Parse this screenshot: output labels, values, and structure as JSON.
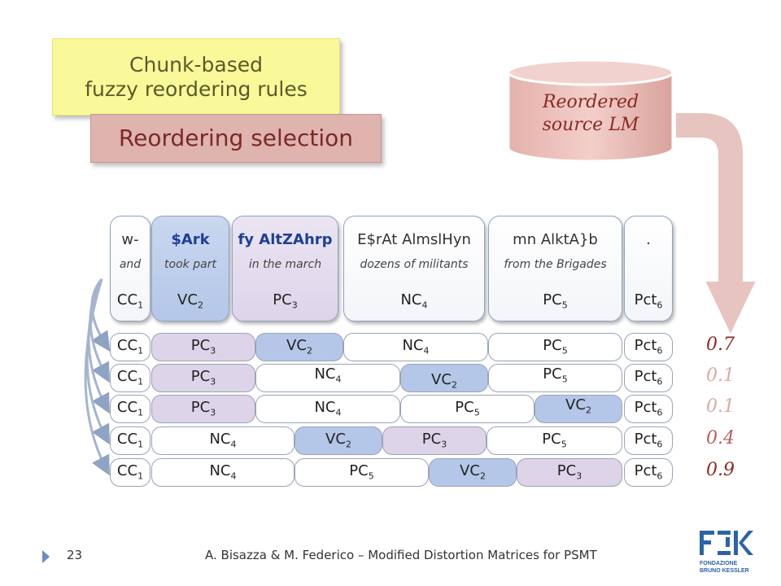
{
  "callouts": {
    "rules_line1": "Chunk-based",
    "rules_line2": "fuzzy reordering rules",
    "selection": "Reordering selection"
  },
  "lm": {
    "line1": "Reordered",
    "line2": "source LM"
  },
  "words": [
    {
      "ar": "w-",
      "en": "and",
      "label": "CC",
      "sub": "1",
      "style": "white",
      "bold": false
    },
    {
      "ar": "$Ark",
      "en": "took part",
      "label": "VC",
      "sub": "2",
      "style": "blue",
      "bold": true
    },
    {
      "ar": "fy AltZAhrp",
      "en": "in the march",
      "label": "PC",
      "sub": "3",
      "style": "lav",
      "bold": true
    },
    {
      "ar": "E$rAt AlmslHyn",
      "en": "dozens of militants",
      "label": "NC",
      "sub": "4",
      "style": "white",
      "bold": false
    },
    {
      "ar": "mn AlktA}b",
      "en": "from the Brigades",
      "label": "PC",
      "sub": "5",
      "style": "white",
      "bold": false
    },
    {
      "ar": ".",
      "en": "",
      "label": "Pct",
      "sub": "6",
      "style": "white",
      "bold": false
    }
  ],
  "rows": [
    {
      "score": "0.7",
      "score_color": "#8b2a25",
      "chunks": [
        {
          "label": "CC",
          "sub": "1",
          "style": "white"
        },
        {
          "label": "PC",
          "sub": "3",
          "style": "lav"
        },
        {
          "label": "VC",
          "sub": "2",
          "style": "blue"
        },
        {
          "label": "NC",
          "sub": "4",
          "style": "white"
        },
        {
          "label": "PC",
          "sub": "5",
          "style": "white"
        },
        {
          "label": "Pct",
          "sub": "6",
          "style": "white"
        }
      ]
    },
    {
      "score": "0.1",
      "score_color": "#d9a9a5",
      "chunks": [
        {
          "label": "CC",
          "sub": "1",
          "style": "white"
        },
        {
          "label": "PC",
          "sub": "3",
          "style": "lav"
        },
        {
          "label": "NC",
          "sub": "4",
          "style": "white"
        },
        {
          "label": "VC",
          "sub": "2",
          "style": "blue"
        },
        {
          "label": "PC",
          "sub": "5",
          "style": "white"
        },
        {
          "label": "Pct",
          "sub": "6",
          "style": "white"
        }
      ]
    },
    {
      "score": "0.1",
      "score_color": "#d9a9a5",
      "chunks": [
        {
          "label": "CC",
          "sub": "1",
          "style": "white"
        },
        {
          "label": "PC",
          "sub": "3",
          "style": "lav"
        },
        {
          "label": "NC",
          "sub": "4",
          "style": "white"
        },
        {
          "label": "PC",
          "sub": "5",
          "style": "white"
        },
        {
          "label": "VC",
          "sub": "2",
          "style": "blue"
        },
        {
          "label": "Pct",
          "sub": "6",
          "style": "white"
        }
      ]
    },
    {
      "score": "0.4",
      "score_color": "#b5605a",
      "chunks": [
        {
          "label": "CC",
          "sub": "1",
          "style": "white"
        },
        {
          "label": "NC",
          "sub": "4",
          "style": "white"
        },
        {
          "label": "VC",
          "sub": "2",
          "style": "blue"
        },
        {
          "label": "PC",
          "sub": "3",
          "style": "lav"
        },
        {
          "label": "PC",
          "sub": "5",
          "style": "white"
        },
        {
          "label": "Pct",
          "sub": "6",
          "style": "white"
        }
      ]
    },
    {
      "score": "0.9",
      "score_color": "#8b2a25",
      "chunks": [
        {
          "label": "CC",
          "sub": "1",
          "style": "white"
        },
        {
          "label": "NC",
          "sub": "4",
          "style": "white"
        },
        {
          "label": "PC",
          "sub": "5",
          "style": "white"
        },
        {
          "label": "VC",
          "sub": "2",
          "style": "blue"
        },
        {
          "label": "PC",
          "sub": "3",
          "style": "lav"
        },
        {
          "label": "Pct",
          "sub": "6",
          "style": "white"
        }
      ]
    }
  ],
  "footer": {
    "page": "23",
    "text": "A. Bisazza & M. Federico – Modified Distortion Matrices for PSMT"
  },
  "logo": {
    "name": "fbk-logo",
    "text1": "FONDAZIONE",
    "text2": "BRUNO KESSLER"
  }
}
